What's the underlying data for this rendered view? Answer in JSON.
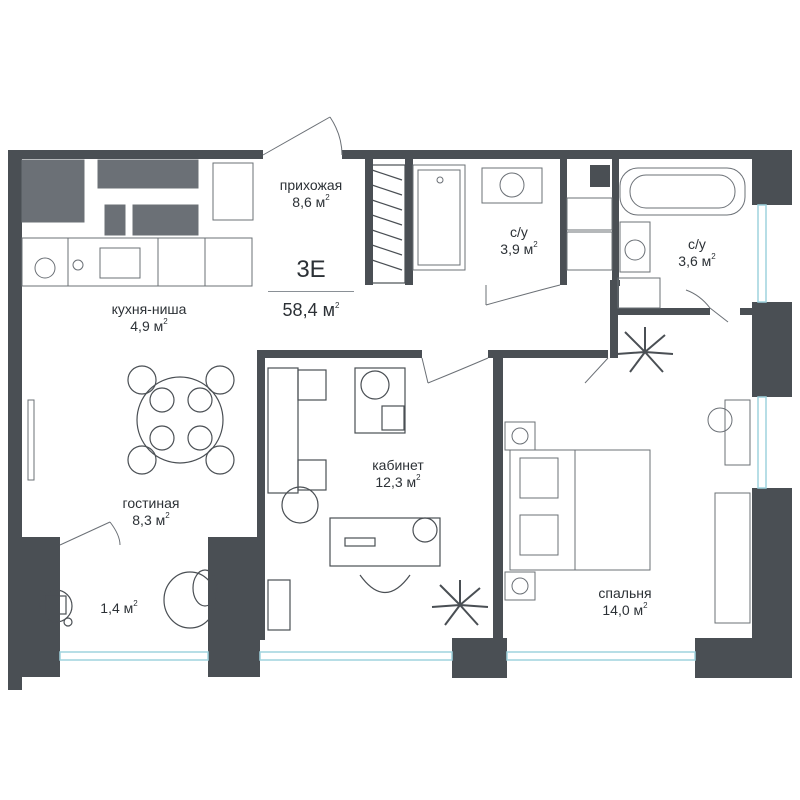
{
  "apartment": {
    "code": "3E",
    "total_value": "58,4",
    "total_unit": "м"
  },
  "rooms": [
    {
      "id": "hall",
      "name": "прихожая",
      "value": "8,6",
      "unit": "м"
    },
    {
      "id": "bath1",
      "name": "с/у",
      "value": "3,9",
      "unit": "м"
    },
    {
      "id": "bath2",
      "name": "с/у",
      "value": "3,6",
      "unit": "м"
    },
    {
      "id": "kitchen",
      "name": "кухня-ниша",
      "value": "4,9",
      "unit": "м"
    },
    {
      "id": "study",
      "name": "кабинет",
      "value": "12,3",
      "unit": "м"
    },
    {
      "id": "living",
      "name": "гостиная",
      "value": "8,3",
      "unit": "м"
    },
    {
      "id": "balcony",
      "name": "",
      "value": "1,4",
      "unit": "м"
    },
    {
      "id": "bedroom",
      "name": "спальня",
      "value": "14,0",
      "unit": "м"
    }
  ],
  "colors": {
    "wall": "#4a4f54",
    "furniture": "#6b7076",
    "window": "#bfe3ea",
    "text": "#2c3136"
  }
}
